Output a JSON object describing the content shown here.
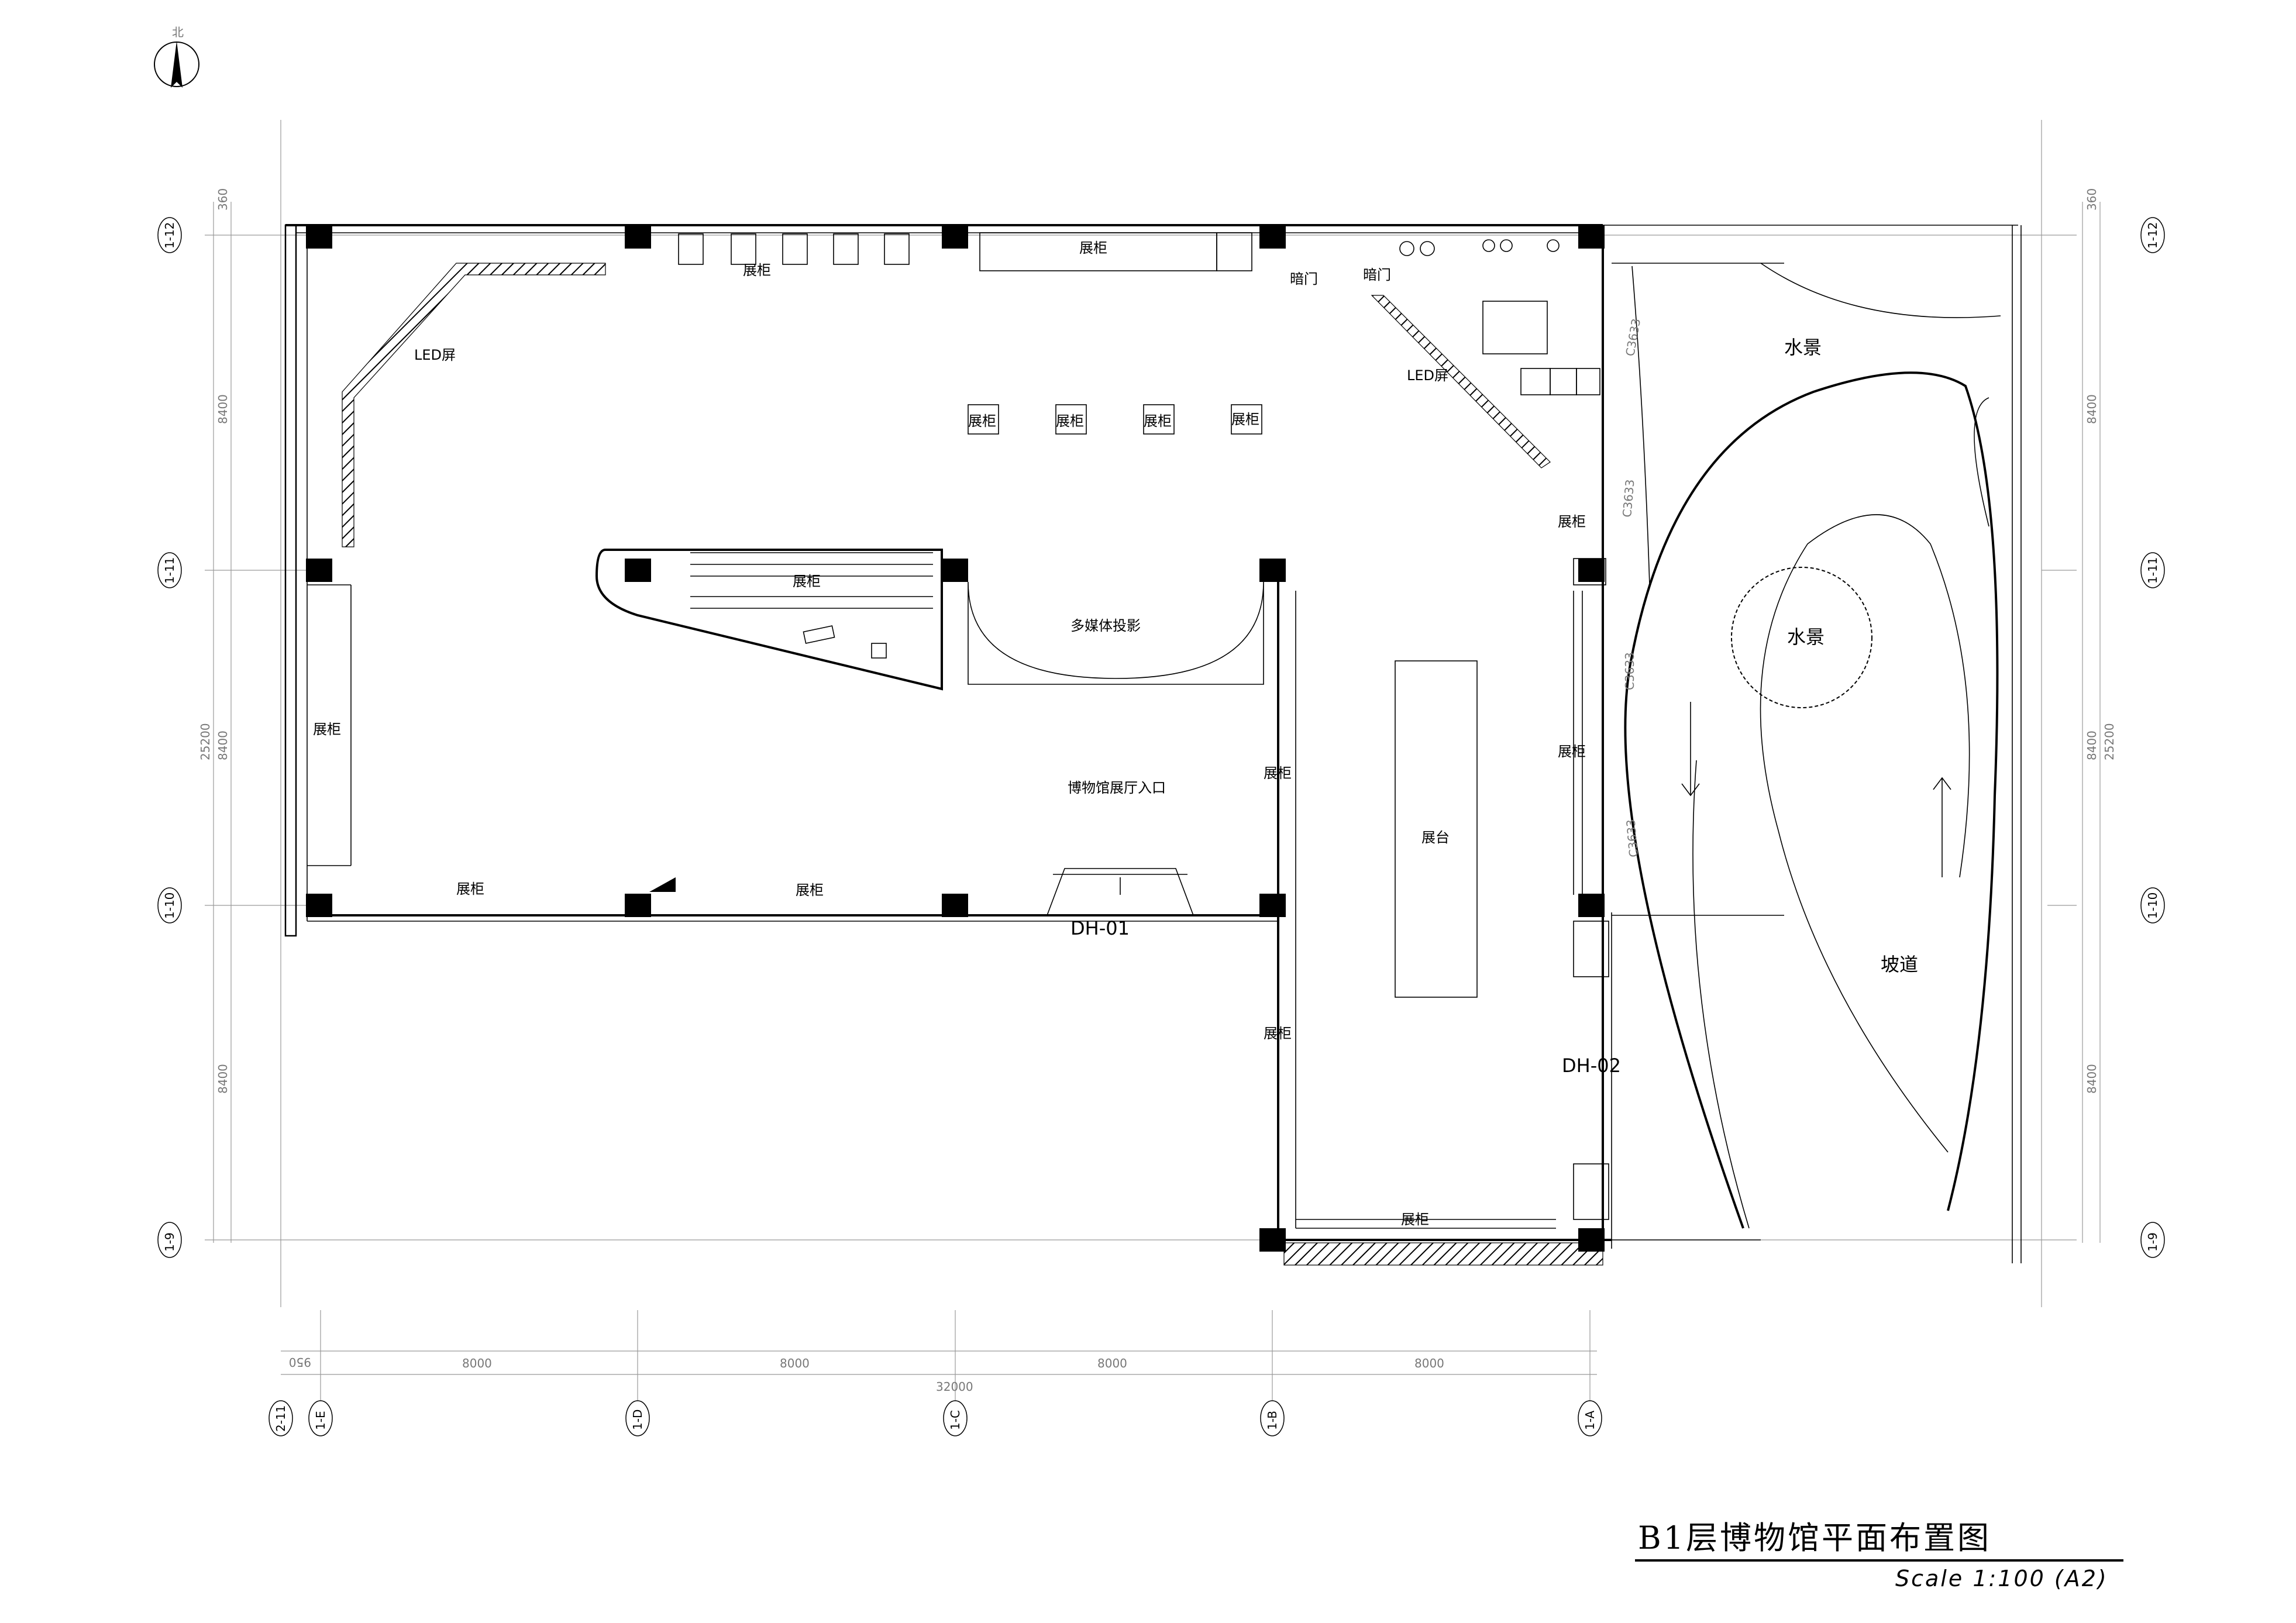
{
  "title": "B1层博物馆平面布置图",
  "scale": "Scale  1:100 (A2)",
  "north_label": "北",
  "labels": {
    "led1": "LED屏",
    "led2": "LED屏",
    "cab_top1": "展柜",
    "cab_top2": "展柜",
    "cab_s1": "展柜",
    "cab_s2": "展柜",
    "cab_s3": "展柜",
    "cab_s4": "展柜",
    "cab_mid": "展柜",
    "cab_left": "展柜",
    "cab_bot1": "展柜",
    "cab_bot2": "展柜",
    "cab_corr1": "展柜",
    "cab_corr2": "展柜",
    "cab_r1": "展柜",
    "cab_r2": "展柜",
    "cab_bottom": "展柜",
    "dark1": "暗门",
    "dark2": "暗门",
    "multimedia": "多媒体投影",
    "entrance": "博物馆展厅入口",
    "platform": "展台",
    "water1": "水景",
    "water2": "水景",
    "ramp": "坡道",
    "dh1": "DH-01",
    "dh2": "DH-02",
    "c_a": "C3633",
    "c_b": "C3633",
    "c_c": "C3633",
    "c_d": "C3633"
  },
  "axes": {
    "rows": [
      "1-12",
      "1-11",
      "1-10",
      "1-9"
    ],
    "cols": [
      "2-11",
      "1-E",
      "1-D",
      "1-C",
      "1-B",
      "1-A"
    ]
  },
  "dims": {
    "bottom": [
      "950",
      "8000",
      "8000",
      "8000",
      "8000"
    ],
    "bottom_total": "32000",
    "left": [
      "360",
      "8400",
      "8400",
      "8400"
    ],
    "left_total": "25200",
    "right": [
      "360",
      "8400",
      "8400",
      "8400"
    ],
    "right_total": "25200"
  }
}
